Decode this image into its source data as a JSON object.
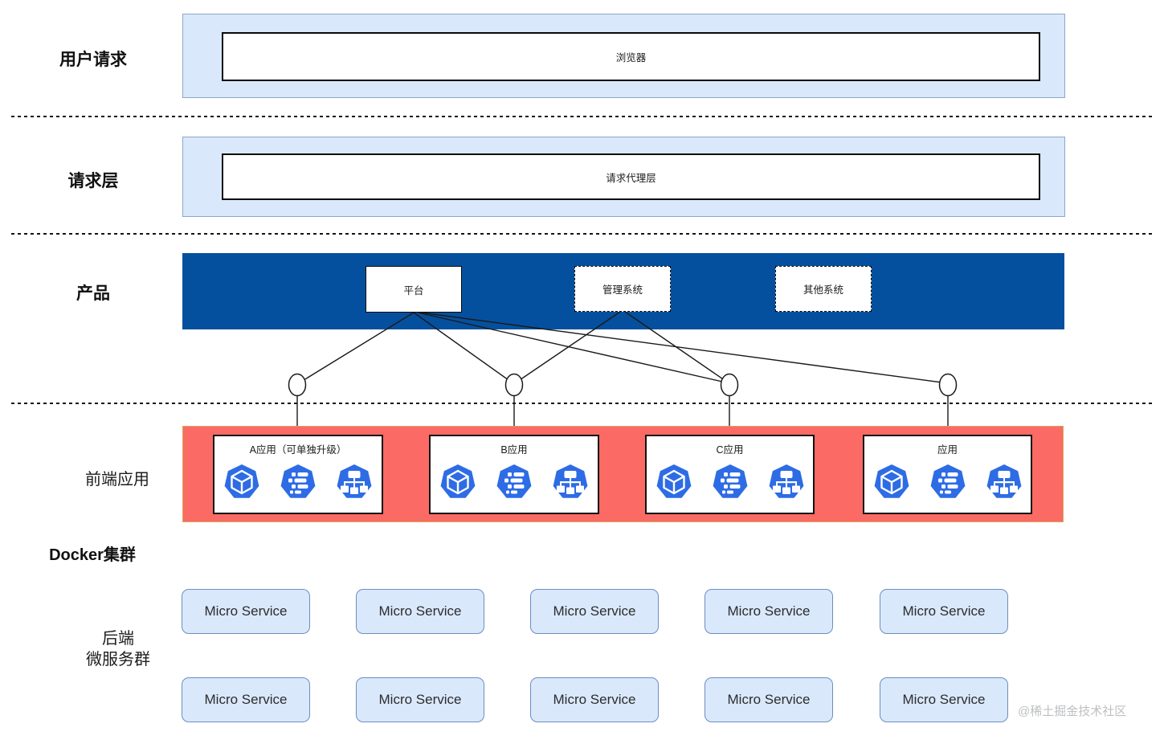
{
  "diagram": {
    "lanes": {
      "user_request": {
        "label": "用户请求",
        "box_label": "浏览器"
      },
      "request_layer": {
        "label": "请求层",
        "box_label": "请求代理层"
      },
      "product": {
        "label": "产品",
        "boxes": [
          {
            "label": "平台",
            "border": "solid"
          },
          {
            "label": "管理系统",
            "border": "dashed"
          },
          {
            "label": "其他系统",
            "border": "dashed"
          }
        ]
      },
      "frontend": {
        "label": "前端应用",
        "docker_label": "Docker集群",
        "apps": [
          {
            "title": "A应用（可单独升级）"
          },
          {
            "title": "B应用"
          },
          {
            "title": "C应用"
          },
          {
            "title": "应用"
          }
        ],
        "app_icons": [
          "cube",
          "list",
          "tree"
        ]
      },
      "backend": {
        "label_line1": "后端",
        "label_line2": "微服务群",
        "services": [
          "Micro Service",
          "Micro Service",
          "Micro Service",
          "Micro Service",
          "Micro Service",
          "Micro Service",
          "Micro Service",
          "Micro Service",
          "Micro Service",
          "Micro Service"
        ]
      }
    },
    "watermark": "@稀土掘金技术社区",
    "colors": {
      "lane_light_blue": "#dae8fc",
      "lane_dark_blue": "#05509e",
      "lane_red": "#fb6a64",
      "red_border": "#d6a75a",
      "icon_blue": "#2e6ce5",
      "service_fill": "#dae8fc",
      "service_border": "#6c8ebf"
    }
  }
}
